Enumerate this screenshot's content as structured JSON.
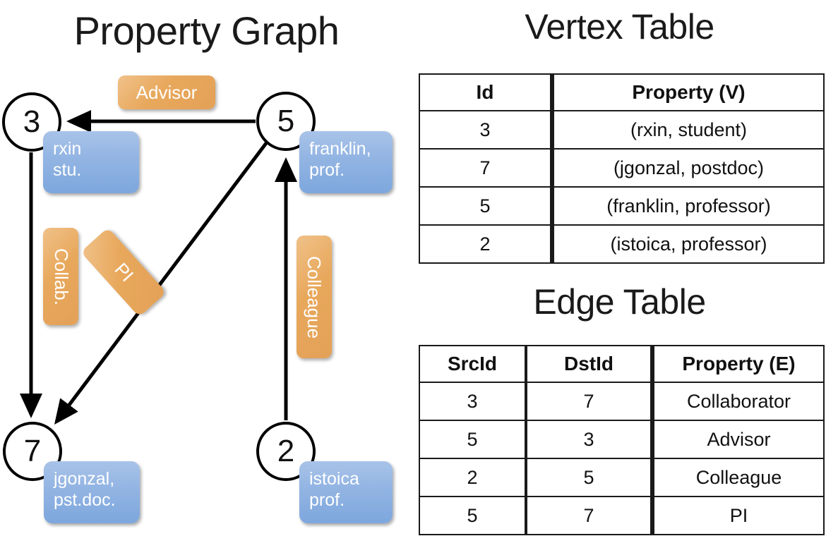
{
  "titles": {
    "property_graph": "Property Graph",
    "vertex_table": "Vertex Table",
    "edge_table": "Edge Table"
  },
  "graph": {
    "nodes": [
      {
        "id": "3",
        "property": {
          "line1": "rxin",
          "line2": "stu."
        }
      },
      {
        "id": "5",
        "property": {
          "line1": "franklin,",
          "line2": "prof."
        }
      },
      {
        "id": "7",
        "property": {
          "line1": "jgonzal,",
          "line2": "pst.doc."
        }
      },
      {
        "id": "2",
        "property": {
          "line1": "istoica",
          "line2": "prof."
        }
      }
    ],
    "edge_labels": {
      "advisor": "Advisor",
      "collab": "Collab.",
      "colleague": "Colleague",
      "pi": "PI"
    }
  },
  "vertex_table": {
    "headers": [
      "Id",
      "Property (V)"
    ],
    "rows": [
      [
        "3",
        "(rxin, student)"
      ],
      [
        "7",
        "(jgonzal, postdoc)"
      ],
      [
        "5",
        "(franklin, professor)"
      ],
      [
        "2",
        "(istoica, professor)"
      ]
    ]
  },
  "edge_table": {
    "headers": [
      "SrcId",
      "DstId",
      "Property (E)"
    ],
    "rows": [
      [
        "3",
        "7",
        "Collaborator"
      ],
      [
        "5",
        "3",
        "Advisor"
      ],
      [
        "2",
        "5",
        "Colleague"
      ],
      [
        "5",
        "7",
        "PI"
      ]
    ]
  },
  "colors": {
    "vertex_property_fill": "#cfdcf0",
    "edge_property_fill": "#f6ddc2",
    "node_property_box": "#8cb0e0",
    "relationship_box": "#e8a85c",
    "border": "#1a1a1a",
    "background": "#ffffff"
  }
}
